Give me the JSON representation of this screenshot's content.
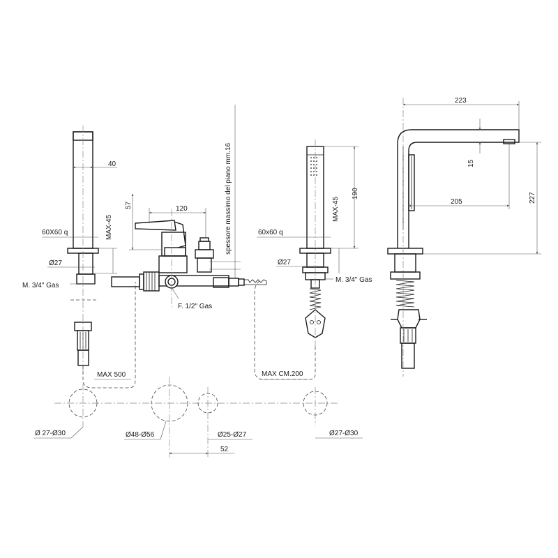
{
  "labels": {
    "spout_width": "40",
    "spout_base_size": "60X60 q",
    "spout_height": "MAX-45",
    "spout_diameter": "Ø27",
    "spout_thread": "M. 3/4\" Gas",
    "mixer_height": "57",
    "mixer_width": "120",
    "mixer_thread": "F. 1/2\" Gas",
    "deck_thickness": "spessore massimo del piano mm.16",
    "hose_spout": "MAX 500",
    "shower_base_size": "60x60 q",
    "shower_height": "MAX-45",
    "shower_length": "190",
    "shower_diameter": "Ø27",
    "shower_thread": "M. 3/4\" Gas",
    "hose_shower": "MAX CM.200",
    "side_reach": "223",
    "side_drop": "15",
    "side_inner": "205",
    "side_height": "227",
    "hole1": "Ø 27-Ø30",
    "hole2": "Ø48-Ø56",
    "hole3": "Ø25-Ø27",
    "hole4": "Ø27-Ø30",
    "hole_spacing": "52"
  }
}
